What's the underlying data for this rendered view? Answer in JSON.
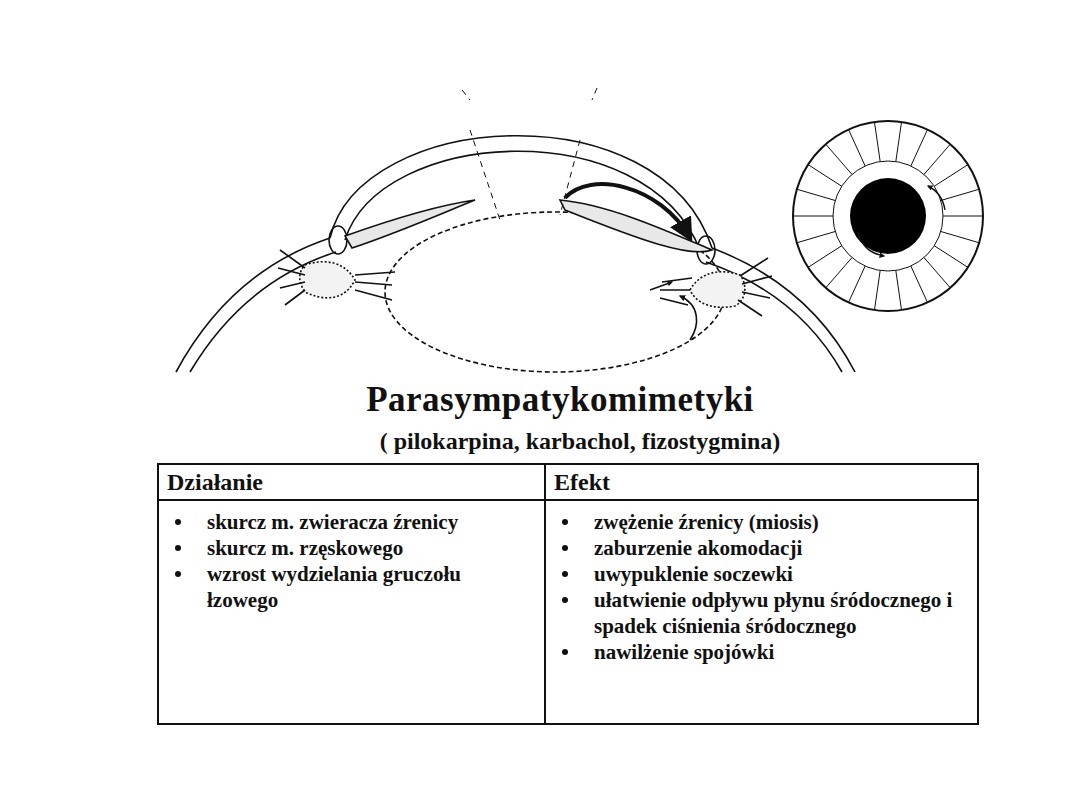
{
  "diagram": {
    "title": "Parasympatykomimetyki",
    "labels": [
      "( pilokarpina, karbachol, fizostygmina)",
      "Działanie",
      "Efekt",
      "skurcz m. zwieracza źrenicy",
      "skurcz m. rzęskowego",
      "wzrost wydzielania gruczołu łzowego",
      "zwężenie źrenicy (miosis)",
      "zaburzenie akomodacji",
      "uwypuklenie soczewki",
      "ułatwienie odpływu płynu śródocznego i spadek ciśnienia śródocznego",
      "nawilżenie spojówki"
    ]
  }
}
